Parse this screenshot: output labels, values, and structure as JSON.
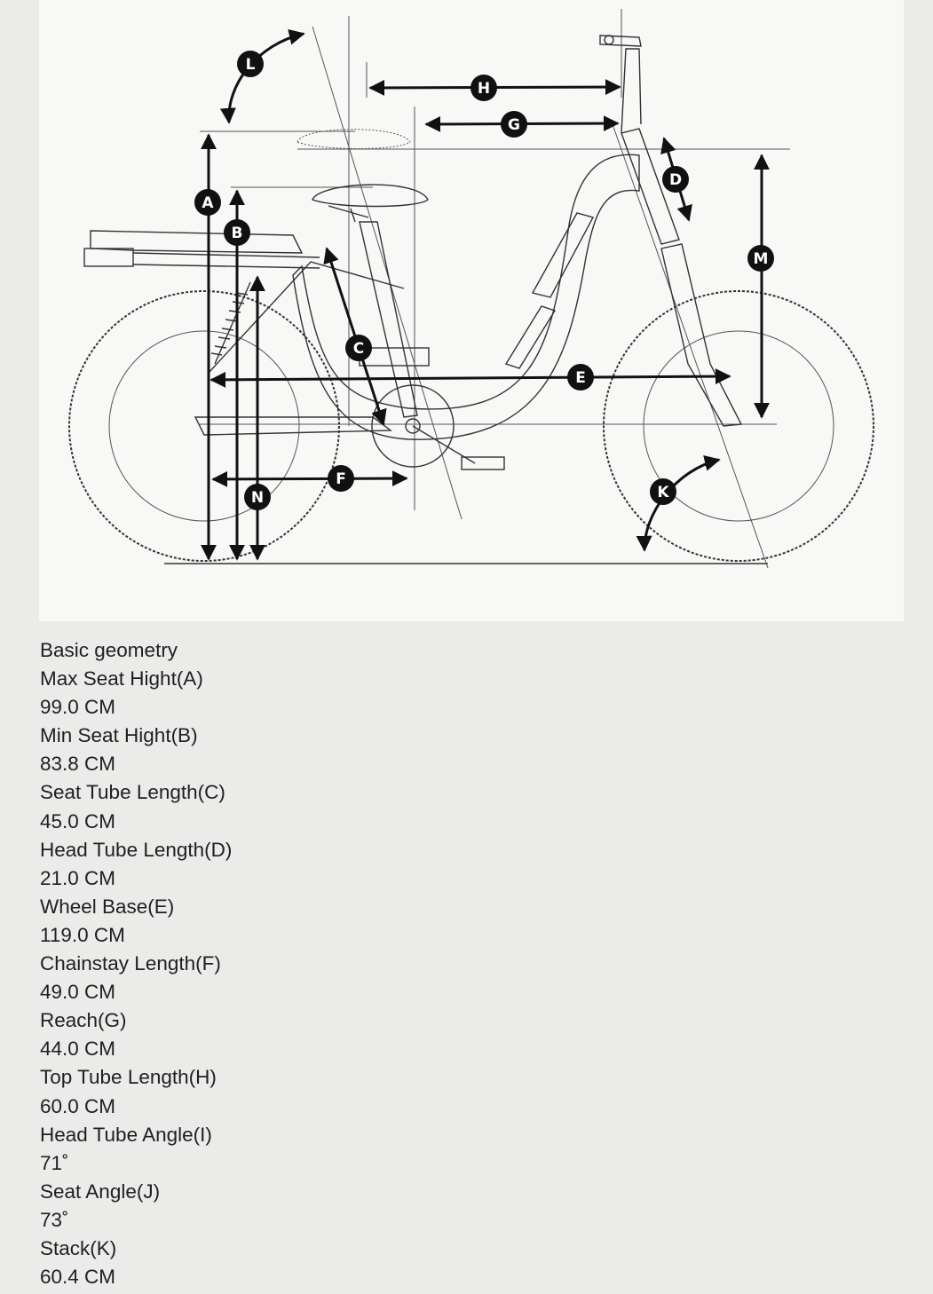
{
  "diagram": {
    "markers": [
      "A",
      "B",
      "C",
      "D",
      "E",
      "F",
      "G",
      "H",
      "K",
      "L",
      "M",
      "N"
    ]
  },
  "specs": {
    "heading": "Basic geometry",
    "items": [
      {
        "label": "Max Seat Hight(A)",
        "value": "99.0 CM"
      },
      {
        "label": "Min Seat Hight(B)",
        "value": "83.8 CM"
      },
      {
        "label": "Seat Tube Length(C)",
        "value": "45.0 CM"
      },
      {
        "label": "Head Tube Length(D)",
        "value": "21.0 CM"
      },
      {
        "label": "Wheel Base(E)",
        "value": "119.0 CM"
      },
      {
        "label": "Chainstay Length(F)",
        "value": "49.0 CM"
      },
      {
        "label": "Reach(G)",
        "value": "44.0 CM"
      },
      {
        "label": "Top Tube Length(H)",
        "value": "60.0 CM"
      },
      {
        "label": "Head Tube Angle(I)",
        "value": "71˚"
      },
      {
        "label": "Seat Angle(J)",
        "value": "73˚"
      },
      {
        "label": "Stack(K)",
        "value": "60.4 CM"
      }
    ]
  }
}
